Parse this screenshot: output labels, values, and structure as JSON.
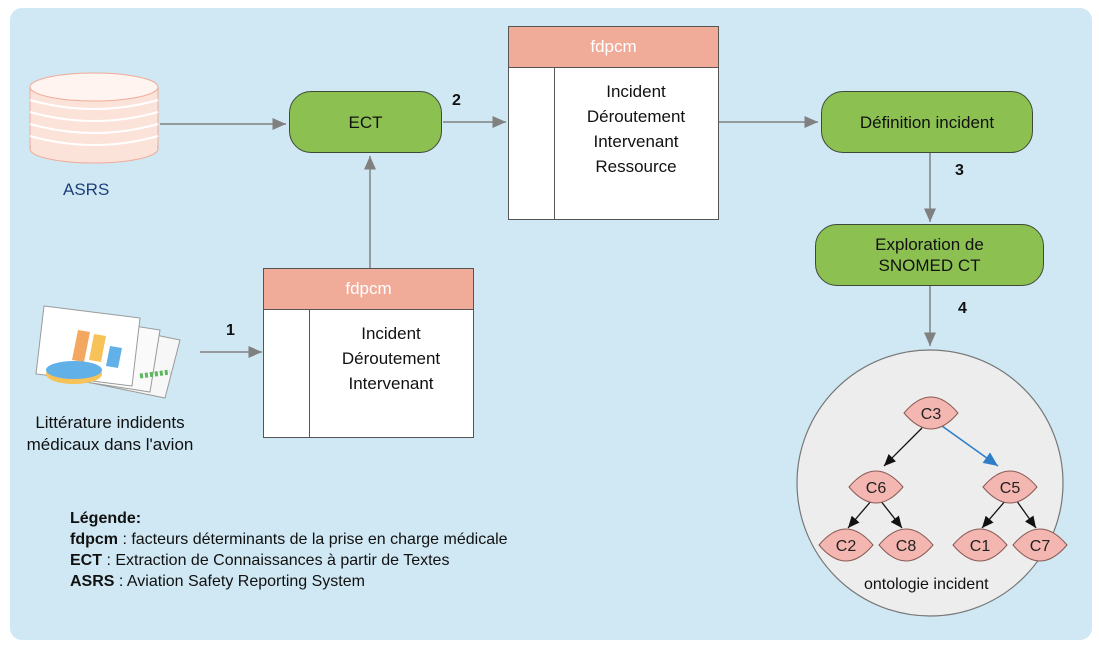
{
  "sources": {
    "asrs_label": "ASRS",
    "literature_label": "Littérature indidents médicaux dans l'avion"
  },
  "nodes": {
    "ect": "ECT",
    "definition": "Définition incident",
    "exploration": "Exploration de SNOMED CT"
  },
  "tables": {
    "top": {
      "header": "fdpcm",
      "rows": [
        "Incident",
        "Déroutement",
        "Intervenant",
        "Ressource"
      ]
    },
    "bottom": {
      "header": "fdpcm",
      "rows": [
        "Incident",
        "Déroutement",
        "Intervenant"
      ]
    }
  },
  "steps": {
    "s1": "1",
    "s2": "2",
    "s3": "3",
    "s4": "4"
  },
  "ontology": {
    "label": "ontologie incident",
    "concepts": [
      "C3",
      "C6",
      "C5",
      "C2",
      "C8",
      "C1",
      "C7"
    ]
  },
  "legend": {
    "title": "Légende:",
    "entries": [
      {
        "key": "fdpcm",
        "text": " : facteurs déterminants de la prise en charge médicale"
      },
      {
        "key": "ECT",
        "text": " : Extraction de Connaissances à partir de Textes"
      },
      {
        "key": "ASRS",
        "text": " : Aviation Safety Reporting System"
      }
    ]
  },
  "colors": {
    "panel": "#cfe8f3",
    "process_green": "#8cc152",
    "table_header": "#f0ab99",
    "concept_fill": "#f4b6b0",
    "highlight_edge": "#2f7fc8",
    "source_label_blue": "#1f3f7a"
  }
}
